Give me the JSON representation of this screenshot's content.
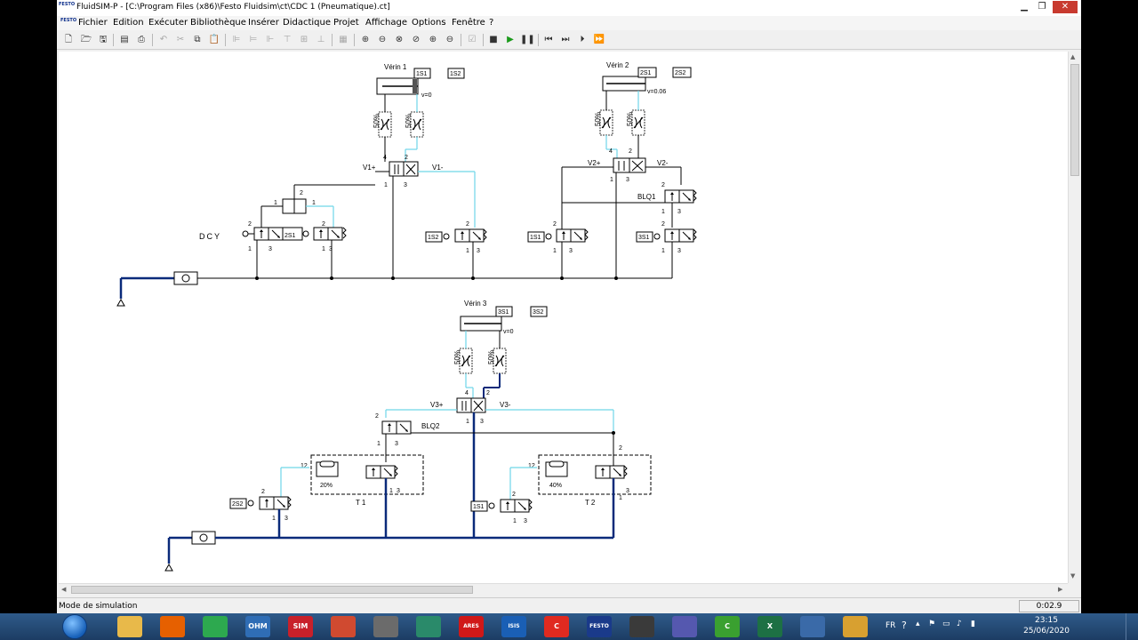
{
  "window": {
    "title": "FluidSIM-P - [C:\\Program Files (x86)\\Festo Fluidsim\\ct\\CDC 1 (Pneumatique).ct]",
    "app_badge": "FESTO"
  },
  "menu": [
    "Fichier",
    "Edition",
    "Exécuter",
    "Bibliothèque",
    "Insérer",
    "Didactique",
    "Projet",
    "Affichage",
    "Options",
    "Fenêtre",
    "?"
  ],
  "diagram": {
    "cylinders": [
      {
        "label": "Vérin 1",
        "sensor_a": "1S1",
        "sensor_b": "1S2",
        "velocity": "v=0"
      },
      {
        "label": "Vérin 2",
        "sensor_a": "2S1",
        "sensor_b": "2S2",
        "velocity": "v=0.06"
      },
      {
        "label": "Vérin 3",
        "sensor_a": "3S1",
        "sensor_b": "3S2",
        "velocity": "v=0"
      }
    ],
    "throttle": "50%",
    "valves": {
      "v1_plus": "V1+",
      "v1_minus": "V1-",
      "v2_plus": "V2+",
      "v2_minus": "V2-",
      "v3_plus": "V3+",
      "v3_minus": "V3-",
      "blq1": "BLQ1",
      "blq2": "BLQ2"
    },
    "start_button": "DCY",
    "sensors": {
      "s1s1": "1S1",
      "s2s1": "2S1",
      "s2s2": "2S2",
      "s3s1": "3S1",
      "s1s2": "1S2"
    },
    "timers": [
      {
        "label": "T1",
        "percent": "20%",
        "port": "12"
      },
      {
        "label": "T2",
        "percent": "40%",
        "port": "12"
      }
    ],
    "ports": {
      "p1": "1",
      "p2": "2",
      "p3": "3",
      "p4": "4"
    }
  },
  "status": {
    "mode": "Mode de simulation",
    "time": "0:02.9"
  },
  "tray": {
    "lang": "FR",
    "time": "23:15",
    "date": "25/06/2020"
  },
  "taskbar": {
    "apps": [
      {
        "name": "explorer",
        "label": "",
        "color": "#e8b94a"
      },
      {
        "name": "firefox",
        "label": "",
        "color": "#e66000"
      },
      {
        "name": "chrome",
        "label": "",
        "color": "#2da94f"
      },
      {
        "name": "ohm",
        "label": "OHM",
        "color": "#2f6db5"
      },
      {
        "name": "sim",
        "label": "SIM",
        "color": "#c8202a"
      },
      {
        "name": "app-hat",
        "label": "",
        "color": "#d04a30"
      },
      {
        "name": "app-bin",
        "label": "",
        "color": "#6b6b6b"
      },
      {
        "name": "app-pen",
        "label": "",
        "color": "#2a8a6a"
      },
      {
        "name": "ares",
        "label": "ARES",
        "color": "#d01818"
      },
      {
        "name": "isis",
        "label": "ISIS",
        "color": "#1a5fb5"
      },
      {
        "name": "cade",
        "label": "C",
        "color": "#e02a20"
      },
      {
        "name": "fluidsim",
        "label": "FESTO",
        "color": "#1a3a8a"
      },
      {
        "name": "app-graph",
        "label": "",
        "color": "#3a3a3a"
      },
      {
        "name": "teams",
        "label": "",
        "color": "#5558af"
      },
      {
        "name": "camtasia",
        "label": "C",
        "color": "#3aa030"
      },
      {
        "name": "excel",
        "label": "X",
        "color": "#1d7044"
      },
      {
        "name": "photos",
        "label": "",
        "color": "#3a6aa8"
      },
      {
        "name": "paint",
        "label": "",
        "color": "#d8a030"
      }
    ]
  }
}
